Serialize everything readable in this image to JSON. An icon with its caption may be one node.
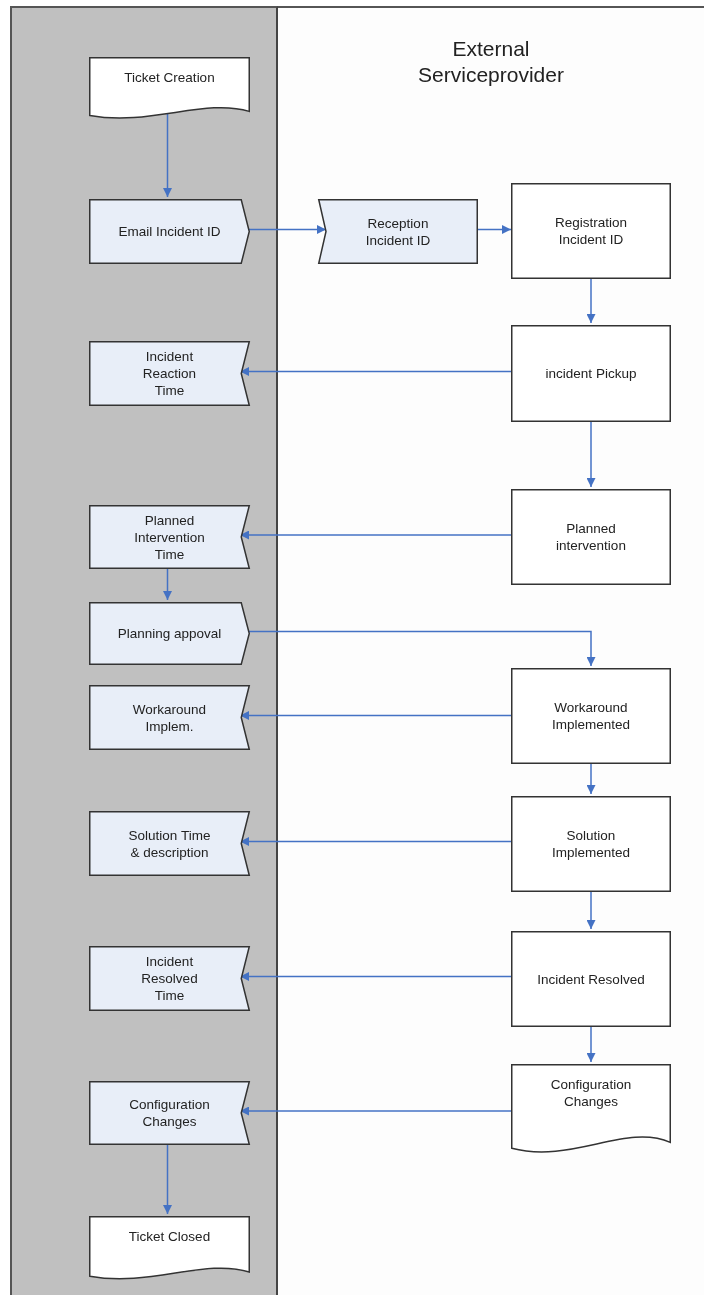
{
  "diagram": {
    "nodes": [
      {
        "text": [],
        "shape": "band"
      },
      {
        "text": [
          "External Serviceprovider"
        ]
      },
      {
        "text": [
          "Ticket Creation"
        ],
        "in": 0
      },
      {
        "text": [
          "Email Incident ID"
        ],
        "in": 0
      },
      {
        "text": [
          "Reception Incident ID"
        ],
        "in": 1
      },
      {
        "text": [
          "Registration Incident ID"
        ],
        "in": 1
      },
      {
        "text": [
          "incident Pickup"
        ],
        "in": 1
      },
      {
        "text": [
          "Incident Reaction Time"
        ],
        "in": 0
      },
      {
        "text": [
          "Planned intervention"
        ],
        "in": 1
      },
      {
        "text": [
          "Planned Intervention Time"
        ],
        "in": 0
      },
      {
        "text": [
          "Planning appoval"
        ],
        "in": 0
      },
      {
        "text": [
          "Workaround Implemented"
        ],
        "in": 1
      },
      {
        "text": [
          "Workaround Implem."
        ],
        "in": 0
      },
      {
        "text": [
          "Solution Implemented"
        ],
        "in": 1
      },
      {
        "text": [
          "Solution Time & description"
        ],
        "in": 0
      },
      {
        "text": [
          "Incident Resolved"
        ],
        "in": 1
      },
      {
        "text": [
          "Incident Resolved Time"
        ],
        "in": 0
      },
      {
        "text": [
          "Configuration Changes"
        ],
        "in": 1
      },
      {
        "text": [
          "Configuration Changes"
        ],
        "in": 0
      },
      {
        "text": [
          "Ticket Closed"
        ],
        "in": 0
      }
    ],
    "edges": [
      {
        "from": 2,
        "to": 3,
        "arrow": "to"
      },
      {
        "from": 3,
        "to": 4,
        "arrow": "to"
      },
      {
        "from": 4,
        "to": 5,
        "arrow": "to"
      },
      {
        "from": 5,
        "to": 6,
        "arrow": "to"
      },
      {
        "from": 6,
        "to": 7,
        "arrow": "to"
      },
      {
        "from": 6,
        "to": 8,
        "arrow": "to"
      },
      {
        "from": 8,
        "to": 9,
        "arrow": "to"
      },
      {
        "from": 9,
        "to": 10,
        "arrow": "to"
      },
      {
        "from": 10,
        "to": 11,
        "arrow": "to"
      },
      {
        "from": 11,
        "to": 12,
        "arrow": "to"
      },
      {
        "from": 11,
        "to": 13,
        "arrow": "to"
      },
      {
        "from": 13,
        "to": 14,
        "arrow": "to"
      },
      {
        "from": 13,
        "to": 15,
        "arrow": "to"
      },
      {
        "from": 15,
        "to": 16,
        "arrow": "to"
      },
      {
        "from": 15,
        "to": 17,
        "arrow": "to"
      },
      {
        "from": 17,
        "to": 18,
        "arrow": "to"
      },
      {
        "from": 18,
        "to": 19,
        "arrow": "to"
      }
    ]
  }
}
